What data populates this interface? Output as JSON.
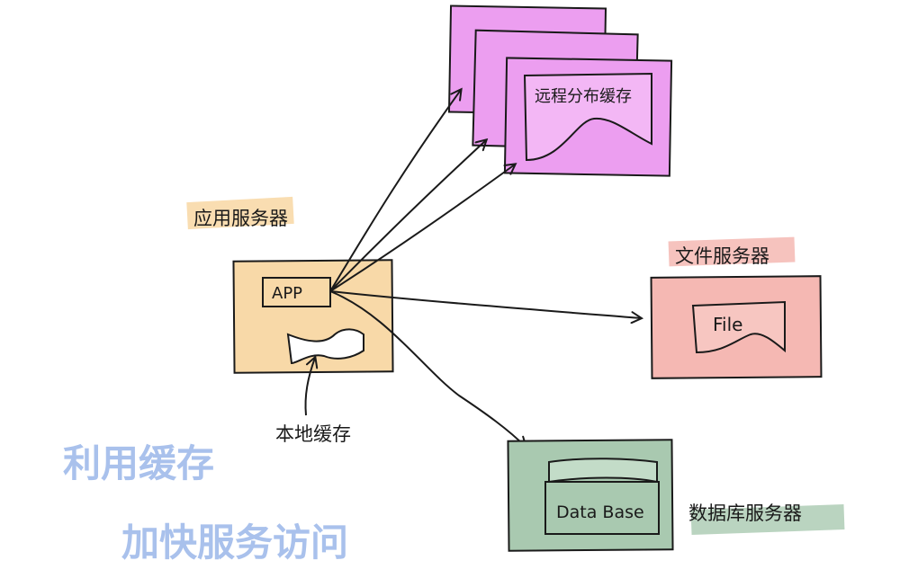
{
  "app_server": {
    "label": "应用服务器",
    "app_label": "APP"
  },
  "local_cache": {
    "label": "本地缓存"
  },
  "remote_cache": {
    "label": "远程分布缓存"
  },
  "file_server": {
    "label": "文件服务器",
    "file_label": "File"
  },
  "db_server": {
    "label": "数据库服务器",
    "db_label": "Data Base"
  },
  "note": {
    "line1": "利用缓存",
    "line2": "加快服务访问"
  },
  "colors": {
    "app_fill": "#f8d9a8",
    "remote_fill": "#ec9ef0",
    "file_fill": "#f5b8b3",
    "db_fill": "#a9c9b0",
    "note_text": "#a9c1ec",
    "ink": "#1a1a1a"
  }
}
